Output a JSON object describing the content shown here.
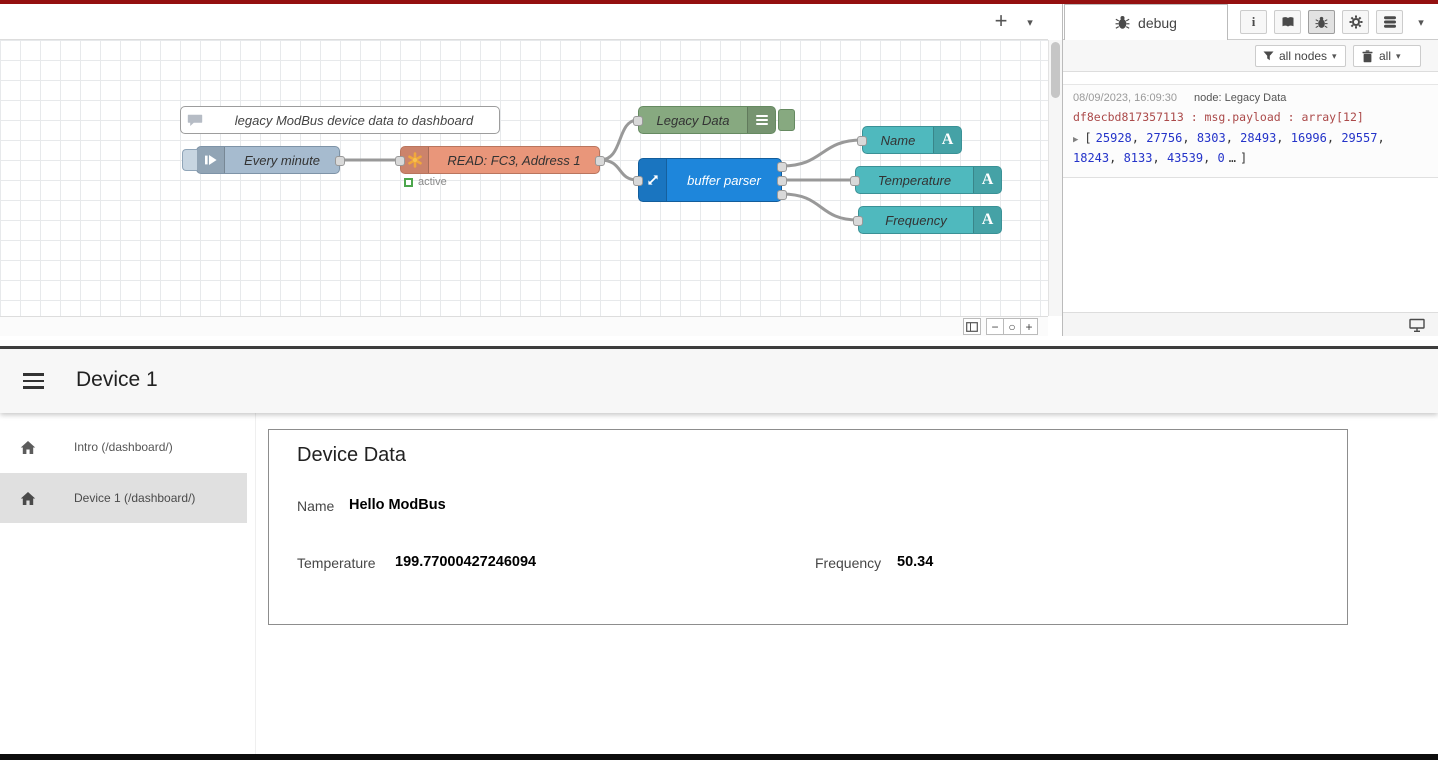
{
  "colors": {
    "top_bar": "#941010",
    "inject_node": "#a6bbcf",
    "modbus_node": "#e9967a",
    "legacy_node": "#87a980",
    "buffer_node": "#1e86db",
    "ui_text_node": "#4fb9be",
    "wire": "#999999",
    "status_active": "#4ca64c",
    "debug_meta_text": "#ab4a4a",
    "debug_number_text": "#2433c9",
    "nav_active_bg": "#e0e0e0"
  },
  "editor": {
    "tabbar": {
      "add": "+",
      "caret": "▾"
    },
    "nodes": {
      "comment": {
        "label": "legacy ModBus device data to dashboard"
      },
      "inject": {
        "label": "Every minute"
      },
      "modbus": {
        "label": "READ: FC3, Address 1",
        "status": "active"
      },
      "legacy": {
        "label": "Legacy Data"
      },
      "buffer": {
        "label": "buffer parser"
      },
      "ui": [
        {
          "label": "Name"
        },
        {
          "label": "Temperature"
        },
        {
          "label": "Frequency"
        }
      ],
      "ui_icon": "A"
    },
    "footer": {
      "zoom_out": "−",
      "zoom_reset": "○",
      "zoom_in": "+"
    }
  },
  "sidebar": {
    "tab_label": "debug",
    "caret": "▾",
    "info_icon": "i",
    "filter_label": "all nodes",
    "clear_label": "all",
    "message": {
      "timestamp": "08/09/2023, 16:09:30",
      "node": "node: Legacy Data",
      "meta": "df8ecbd817357113 : msg.payload : array[12]",
      "payload_caret": "▶",
      "payload_open": "[",
      "payload_numbers": [
        25928,
        27756,
        8303,
        28493,
        16996,
        29557,
        18243,
        8133,
        43539,
        0
      ],
      "payload_ellipsis": "…",
      "payload_close": "]"
    }
  },
  "dashboard": {
    "title": "Device 1",
    "nav": [
      {
        "label": "Intro (/dashboard/)",
        "active": false
      },
      {
        "label": "Device 1 (/dashboard/)",
        "active": true
      }
    ],
    "card": {
      "title": "Device Data",
      "fields": {
        "name": {
          "label": "Name",
          "value": "Hello ModBus"
        },
        "temperature": {
          "label": "Temperature",
          "value": "199.77000427246094"
        },
        "frequency": {
          "label": "Frequency",
          "value": "50.34"
        }
      }
    }
  }
}
